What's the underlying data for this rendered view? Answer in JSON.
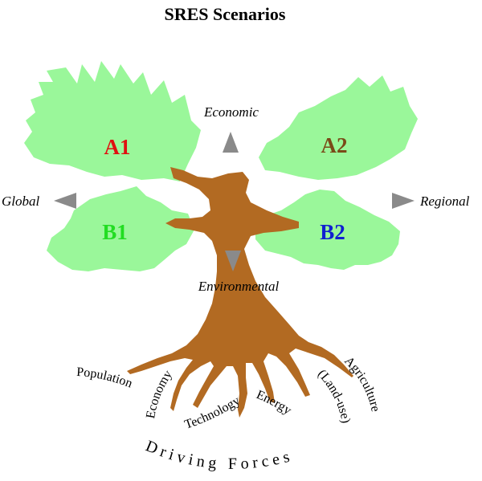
{
  "title": "SRES Scenarios",
  "axes": {
    "top": "Economic",
    "left": "Global",
    "right": "Regional",
    "bottom": "Environmental"
  },
  "scenarios": [
    {
      "label": "A1",
      "color": "#e01010"
    },
    {
      "label": "A2",
      "color": "#7a4a18"
    },
    {
      "label": "B1",
      "color": "#22dd22"
    },
    {
      "label": "B2",
      "color": "#1020d0"
    }
  ],
  "roots": [
    "Population",
    "Economy",
    "Technology",
    "Energy",
    "(Land-use)",
    "Agriculture"
  ],
  "driving_forces": "Driving Forces",
  "colors": {
    "foliage": "#9af79a",
    "trunk": "#b26a22",
    "arrow": "#8a8a8a"
  }
}
